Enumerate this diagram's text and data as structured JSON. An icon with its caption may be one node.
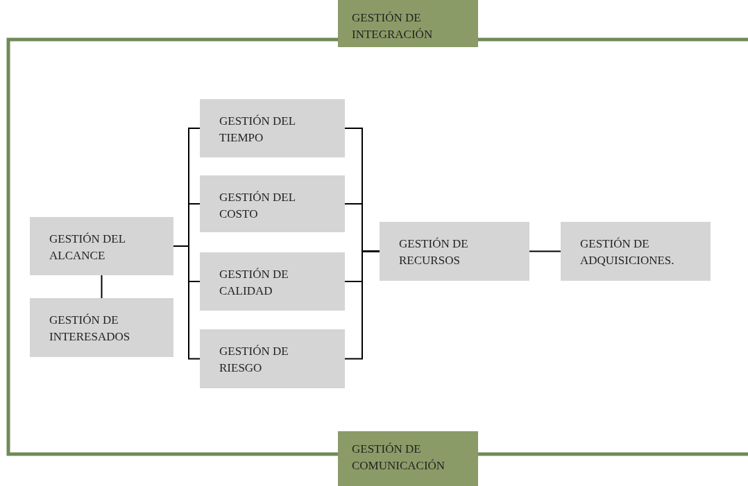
{
  "diagram": {
    "nodes": [
      {
        "text": [
          "GESTIÓN DE INTEGRACIÓN"
        ]
      },
      {
        "text": [
          "GESTIÓN DEL ALCANCE"
        ]
      },
      {
        "text": [
          "GESTIÓN DE INTERESADOS"
        ]
      },
      {
        "text": [
          "GESTIÓN DEL TIEMPO"
        ]
      },
      {
        "text": [
          "GESTIÓN DEL COSTO"
        ]
      },
      {
        "text": [
          "GESTIÓN DE CALIDAD"
        ]
      },
      {
        "text": [
          "GESTIÓN DE RIESGO"
        ]
      },
      {
        "text": [
          "GESTIÓN DE RECURSOS"
        ]
      },
      {
        "text": [
          "GESTIÓN DE ADQUISICIONES."
        ]
      },
      {
        "text": [
          "GESTIÓN DE COMUNICACIÓN"
        ]
      }
    ],
    "edges": [
      {
        "from": 1,
        "to": 2,
        "arrow": "none"
      },
      {
        "from": 1,
        "to": 3,
        "arrow": "none"
      },
      {
        "from": 1,
        "to": 4,
        "arrow": "none"
      },
      {
        "from": 1,
        "to": 5,
        "arrow": "none"
      },
      {
        "from": 1,
        "to": 6,
        "arrow": "none"
      },
      {
        "from": 3,
        "to": 7,
        "arrow": "none"
      },
      {
        "from": 4,
        "to": 7,
        "arrow": "none"
      },
      {
        "from": 5,
        "to": 7,
        "arrow": "none"
      },
      {
        "from": 6,
        "to": 7,
        "arrow": "none"
      },
      {
        "from": 7,
        "to": 8,
        "arrow": "none"
      },
      {
        "from": 0,
        "to": 9,
        "arrow": "none",
        "style": "thick",
        "color": "#6f8a57"
      },
      {
        "from": 0,
        "to": null,
        "arrow": "none",
        "style": "thick",
        "color": "#6f8a57"
      },
      {
        "from": 9,
        "to": null,
        "arrow": "none",
        "style": "thick",
        "color": "#6f8a57"
      }
    ]
  }
}
